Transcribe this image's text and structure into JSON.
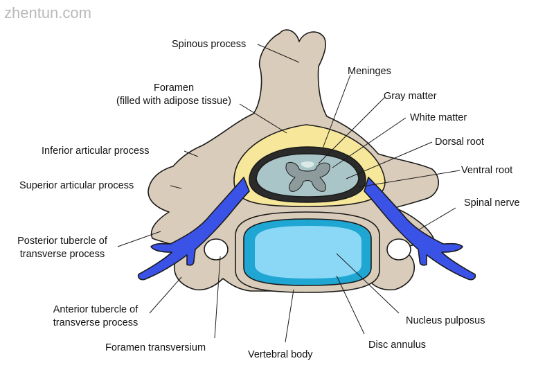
{
  "watermark": "zhentun.com",
  "colors": {
    "bone": "#d9ccba",
    "fat": "#f7e79a",
    "cord_white": "#aac5c8",
    "cord_gray": "#8e9b9c",
    "nerve": "#3a52e6",
    "disc_annulus": "#1fa6d2",
    "nucleus": "#8ad8f6",
    "outline": "#1a1a1a"
  },
  "labels": {
    "spinous_process": "Spinous process",
    "foramen_line1": "Foramen",
    "foramen_line2": "(filled with adipose tissue)",
    "inferior_articular": "Inferior articular process",
    "superior_articular": "Superior articular process",
    "posterior_tubercle_line1": "Posterior tubercle of",
    "posterior_tubercle_line2": "transverse process",
    "anterior_tubercle_line1": "Anterior tubercle of",
    "anterior_tubercle_line2": "transverse process",
    "foramen_transversium": "Foramen transversium",
    "vertebral_body": "Vertebral body",
    "disc_annulus": "Disc annulus",
    "nucleus_pulposus": "Nucleus pulposus",
    "spinal_nerve": "Spinal nerve",
    "ventral_root": "Ventral root",
    "dorsal_root": "Dorsal root",
    "white_matter": "White matter",
    "gray_matter": "Gray matter",
    "meninges": "Meninges"
  }
}
